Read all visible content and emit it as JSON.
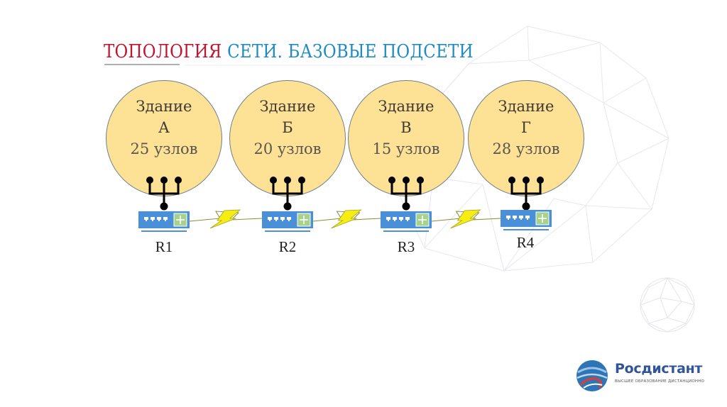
{
  "slide": {
    "title_part1": "ТОПОЛОГИЯ",
    "title_part2": "СЕТИ. БАЗОВЫЕ ПОДСЕТИ",
    "colors": {
      "title_red": "#c0152f",
      "title_blue": "#1f8bbf",
      "building_fill": "#fde195",
      "router_blue": "#4a90d9",
      "router_green": "#a9d18e",
      "link_yellow": "#f5ee10"
    }
  },
  "buildings": [
    {
      "label": "Здание",
      "name": "А",
      "nodes": "25 узлов",
      "router": "R1"
    },
    {
      "label": "Здание",
      "name": "Б",
      "nodes": "20 узлов",
      "router": "R2"
    },
    {
      "label": "Здание",
      "name": "В",
      "nodes": "15 узлов",
      "router": "R3"
    },
    {
      "label": "Здание",
      "name": "Г",
      "nodes": "28 узлов",
      "router": "R4"
    }
  ],
  "links": [
    {
      "from": "R1",
      "to": "R2",
      "type": "serial-wan"
    },
    {
      "from": "R2",
      "to": "R3",
      "type": "serial-wan"
    },
    {
      "from": "R3",
      "to": "R4",
      "type": "serial-wan"
    }
  ],
  "logo": {
    "name": "Росдистант",
    "tagline": "ВЫСШЕЕ ОБРАЗОВАНИЕ ДИСТАНЦИОННО"
  }
}
